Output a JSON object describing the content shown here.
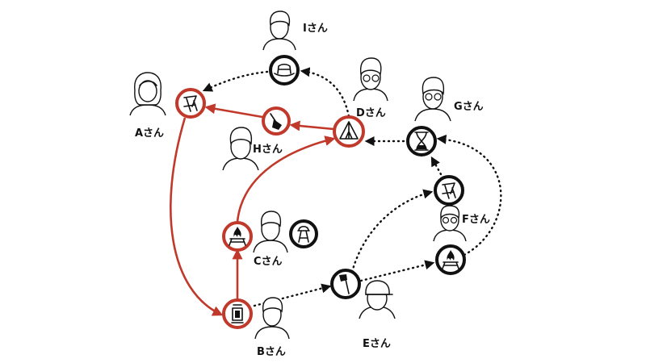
{
  "colors": {
    "accent": "#c0392b",
    "ink": "#111111",
    "background": "#ffffff"
  },
  "people": {
    "a": {
      "label": "Aさん",
      "icon": "woman-avatar-icon"
    },
    "b": {
      "label": "Bさん",
      "icon": "man-avatar-icon"
    },
    "c": {
      "label": "Cさん",
      "icon": "man-avatar-icon"
    },
    "d": {
      "label": "Dさん",
      "icon": "man-glasses-avatar-icon"
    },
    "e": {
      "label": "Eさん",
      "icon": "woman-cap-avatar-icon"
    },
    "f": {
      "label": "Fさん",
      "icon": "man-avatar-icon"
    },
    "g": {
      "label": "Gさん",
      "icon": "man-glasses-avatar-icon"
    },
    "h": {
      "label": "Hさん",
      "icon": "man-avatar-icon"
    },
    "i": {
      "label": "Iさん",
      "icon": "man-avatar-icon"
    }
  },
  "items": {
    "chair": {
      "icon": "camp-chair-icon",
      "highlight": true
    },
    "shovel": {
      "icon": "shovel-icon",
      "highlight": true
    },
    "tent": {
      "icon": "tent-icon",
      "highlight": true
    },
    "firepit": {
      "icon": "fire-pit-icon",
      "highlight": true
    },
    "lantern": {
      "icon": "lantern-icon",
      "highlight": true
    },
    "stove": {
      "icon": "camp-stove-icon",
      "highlight": false
    },
    "hat": {
      "icon": "hat-icon",
      "highlight": false
    },
    "hourglass": {
      "icon": "hourglass-icon",
      "highlight": false
    },
    "chair2": {
      "icon": "camp-chair-icon",
      "highlight": false
    },
    "grill": {
      "icon": "fire-pit-icon",
      "highlight": false
    },
    "axe": {
      "icon": "axe-icon",
      "highlight": false
    }
  },
  "edges": {
    "highlighted": [
      [
        "lantern",
        "firepit"
      ],
      [
        "firepit",
        "tent"
      ],
      [
        "tent",
        "shovel"
      ],
      [
        "shovel",
        "chair"
      ],
      [
        "chair",
        "lantern"
      ]
    ],
    "dotted": [
      [
        "hat",
        "chair"
      ],
      [
        "tent",
        "hat"
      ],
      [
        "hourglass",
        "tent"
      ],
      [
        "chair2",
        "hourglass"
      ],
      [
        "grill",
        "hourglass"
      ],
      [
        "axe",
        "chair2"
      ],
      [
        "axe",
        "grill"
      ],
      [
        "lantern",
        "axe"
      ]
    ]
  }
}
